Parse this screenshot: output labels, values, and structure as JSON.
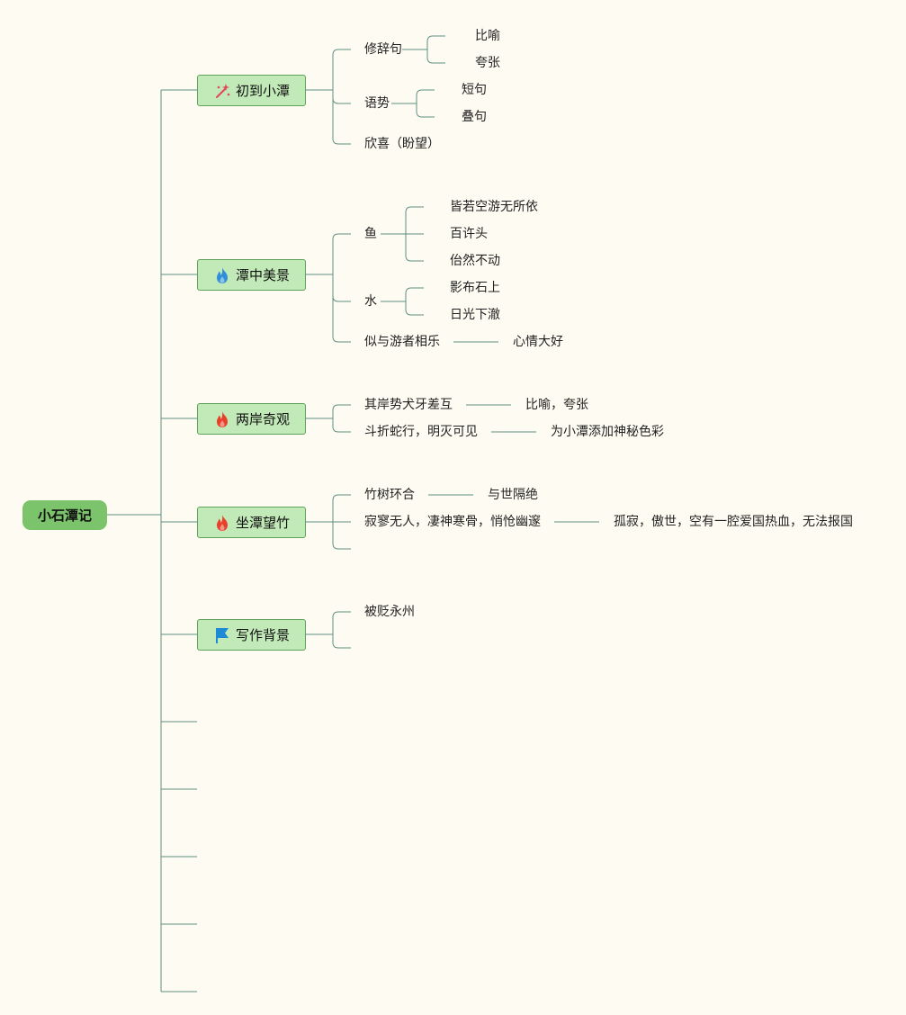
{
  "root": "小石潭记",
  "branches": [
    {
      "label": "初到小潭",
      "icon": "magic-wand-icon",
      "color": "#e3485a",
      "children": [
        {
          "label": "修辞句",
          "children": [
            "比喻",
            "夸张"
          ]
        },
        {
          "label": "语势",
          "children": [
            "短句",
            "叠句"
          ]
        },
        {
          "label": "欣喜（盼望）",
          "children": []
        }
      ]
    },
    {
      "label": "潭中美景",
      "icon": "flame-icon",
      "color": "#2f8fd8",
      "children": [
        {
          "label": "鱼",
          "children": [
            "皆若空游无所依",
            "百许头",
            "佁然不动"
          ]
        },
        {
          "label": "水",
          "children": [
            "影布石上",
            "日光下澈"
          ]
        },
        {
          "label": "似与游者相乐",
          "children": [
            "心情大好"
          ]
        }
      ]
    },
    {
      "label": "两岸奇观",
      "icon": "flame-icon",
      "color": "#e8402a",
      "children": [
        {
          "label": "其岸势犬牙差互",
          "children": [
            "比喻，夸张"
          ]
        },
        {
          "label": "斗折蛇行，明灭可见",
          "children": [
            "为小潭添加神秘色彩"
          ]
        }
      ]
    },
    {
      "label": "坐潭望竹",
      "icon": "flame-icon",
      "color": "#e8402a",
      "children": [
        {
          "label": "竹树环合",
          "children": [
            "与世隔绝"
          ]
        },
        {
          "label": "寂寥无人，凄神寒骨，悄怆幽邃",
          "children": [
            "孤寂，傲世，空有一腔爱国热血，无法报国"
          ]
        },
        {
          "label": "",
          "children": []
        }
      ]
    },
    {
      "label": "写作背景",
      "icon": "flag-icon",
      "color": "#1e8ad6",
      "children": [
        {
          "label": "被贬永州",
          "children": []
        },
        {
          "label": "",
          "children": []
        }
      ]
    }
  ],
  "empty_branch_count": 5,
  "colors": {
    "background": "#fefcf2",
    "line": "#5f8f82",
    "root": "#7cc46b",
    "branch_fill": "#c2eab8",
    "branch_border": "#5fa25a"
  }
}
